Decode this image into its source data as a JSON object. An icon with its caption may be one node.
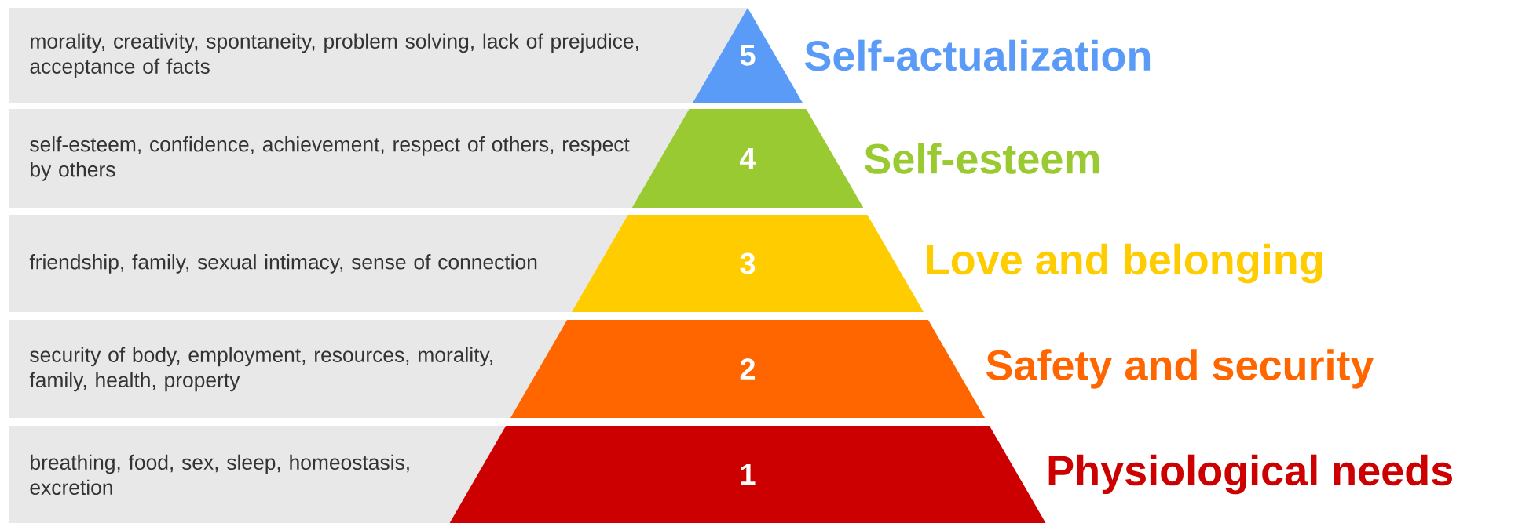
{
  "diagram": {
    "nodes": [
      {
        "text": [
          "morality, creativity, spontaneity, problem solving, lack of prejudice, acceptance of facts"
        ]
      },
      {
        "text": [
          "5"
        ],
        "beside": [
          "Self-actualization"
        ]
      },
      {
        "text": [
          "self-esteem, confidence, achievement, respect of others, respect by others"
        ]
      },
      {
        "text": [
          "4"
        ],
        "beside": [
          "Self-esteem"
        ]
      },
      {
        "text": [
          "friendship, family, sexual intimacy, sense of connection"
        ]
      },
      {
        "text": [
          "3"
        ],
        "beside": [
          "Love and belonging"
        ]
      },
      {
        "text": [
          "security of body, employment, resources, morality, family, health, property"
        ]
      },
      {
        "text": [
          "2"
        ],
        "beside": [
          "Safety and security"
        ]
      },
      {
        "text": [
          "breathing, food, sex, sleep, homeostasis, excretion"
        ]
      },
      {
        "text": [
          "1"
        ],
        "beside": [
          "Physiological needs"
        ]
      }
    ]
  }
}
